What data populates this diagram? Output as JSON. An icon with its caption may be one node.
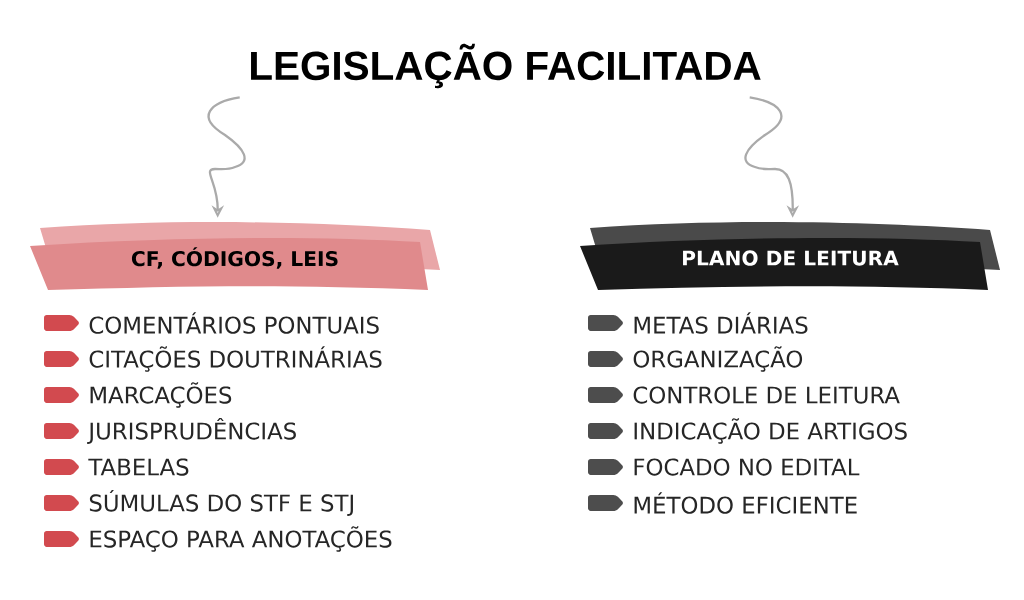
{
  "diagram": {
    "nodes": [
      {
        "text": [
          "LEGISLAÇÃO FACILITADA"
        ]
      },
      {
        "text": [
          "CF, CÓDIGOS, LEIS"
        ]
      },
      {
        "text": [
          "PLANO DE LEITURA"
        ]
      }
    ],
    "edges": [
      {
        "from": 0,
        "to": 1,
        "arrow": "to"
      },
      {
        "from": 0,
        "to": 2,
        "arrow": "to"
      }
    ],
    "labels": [
      "COMENTÁRIOS PONTUAIS",
      "CITAÇÕES DOUTRINÁRIAS",
      "MARCAÇÕES",
      "JURISPRUDÊNCIAS",
      "TABELAS",
      "SÚMULAS DO STF E STJ",
      "ESPAÇO PARA ANOTAÇÕES",
      "METAS DIÁRIAS",
      "ORGANIZAÇÃO",
      "CONTROLE DE LEITURA",
      "INDICAÇÃO DE ARTIGOS",
      "FOCADO NO EDITAL",
      "MÉTODO EFICIENTE"
    ]
  }
}
